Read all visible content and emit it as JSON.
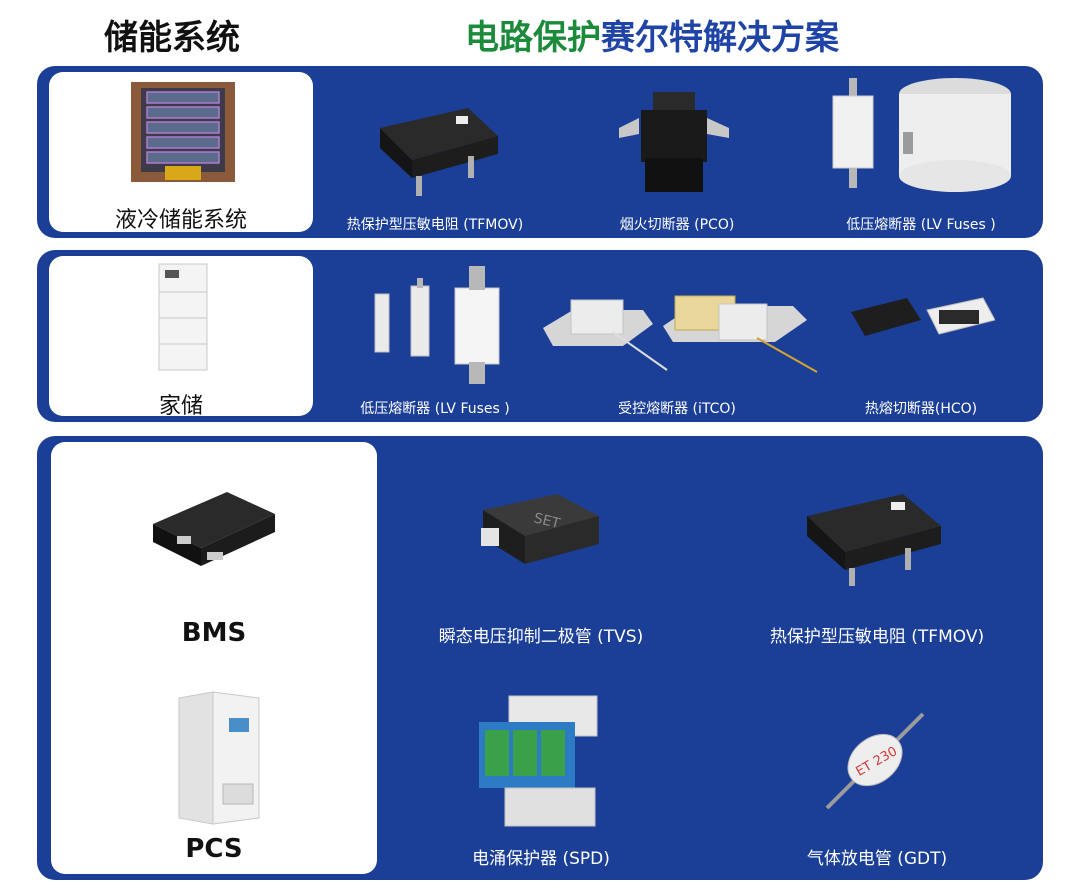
{
  "header": {
    "left_title": "储能系统",
    "right_title_green": "电路保护",
    "right_title_blue": "赛尔特解决方案"
  },
  "rows": {
    "row1": {
      "system": "液冷储能系统",
      "products": [
        "热保护型压敏电阻 (TFMOV)",
        "烟火切断器 (PCO)",
        "低压熔断器 (LV Fuses )"
      ]
    },
    "row2": {
      "system": "家储",
      "products": [
        "低压熔断器 (LV Fuses )",
        "受控熔断器 (iTCO)",
        "热熔切断器(HCO)"
      ]
    },
    "row3": {
      "systems": [
        "BMS",
        "PCS"
      ],
      "products": [
        "瞬态电压抑制二极管 (TVS)",
        "热保护型压敏电阻 (TFMOV)",
        "电涌保护器 (SPD)",
        "气体放电管 (GDT)"
      ]
    }
  },
  "product_markings": {
    "tvs_text": "SET",
    "gdt_text": "ET 230"
  },
  "colors": {
    "panel_blue": "#1b3f97",
    "title_green": "#1b8a3b",
    "title_blue": "#1f44a6"
  }
}
